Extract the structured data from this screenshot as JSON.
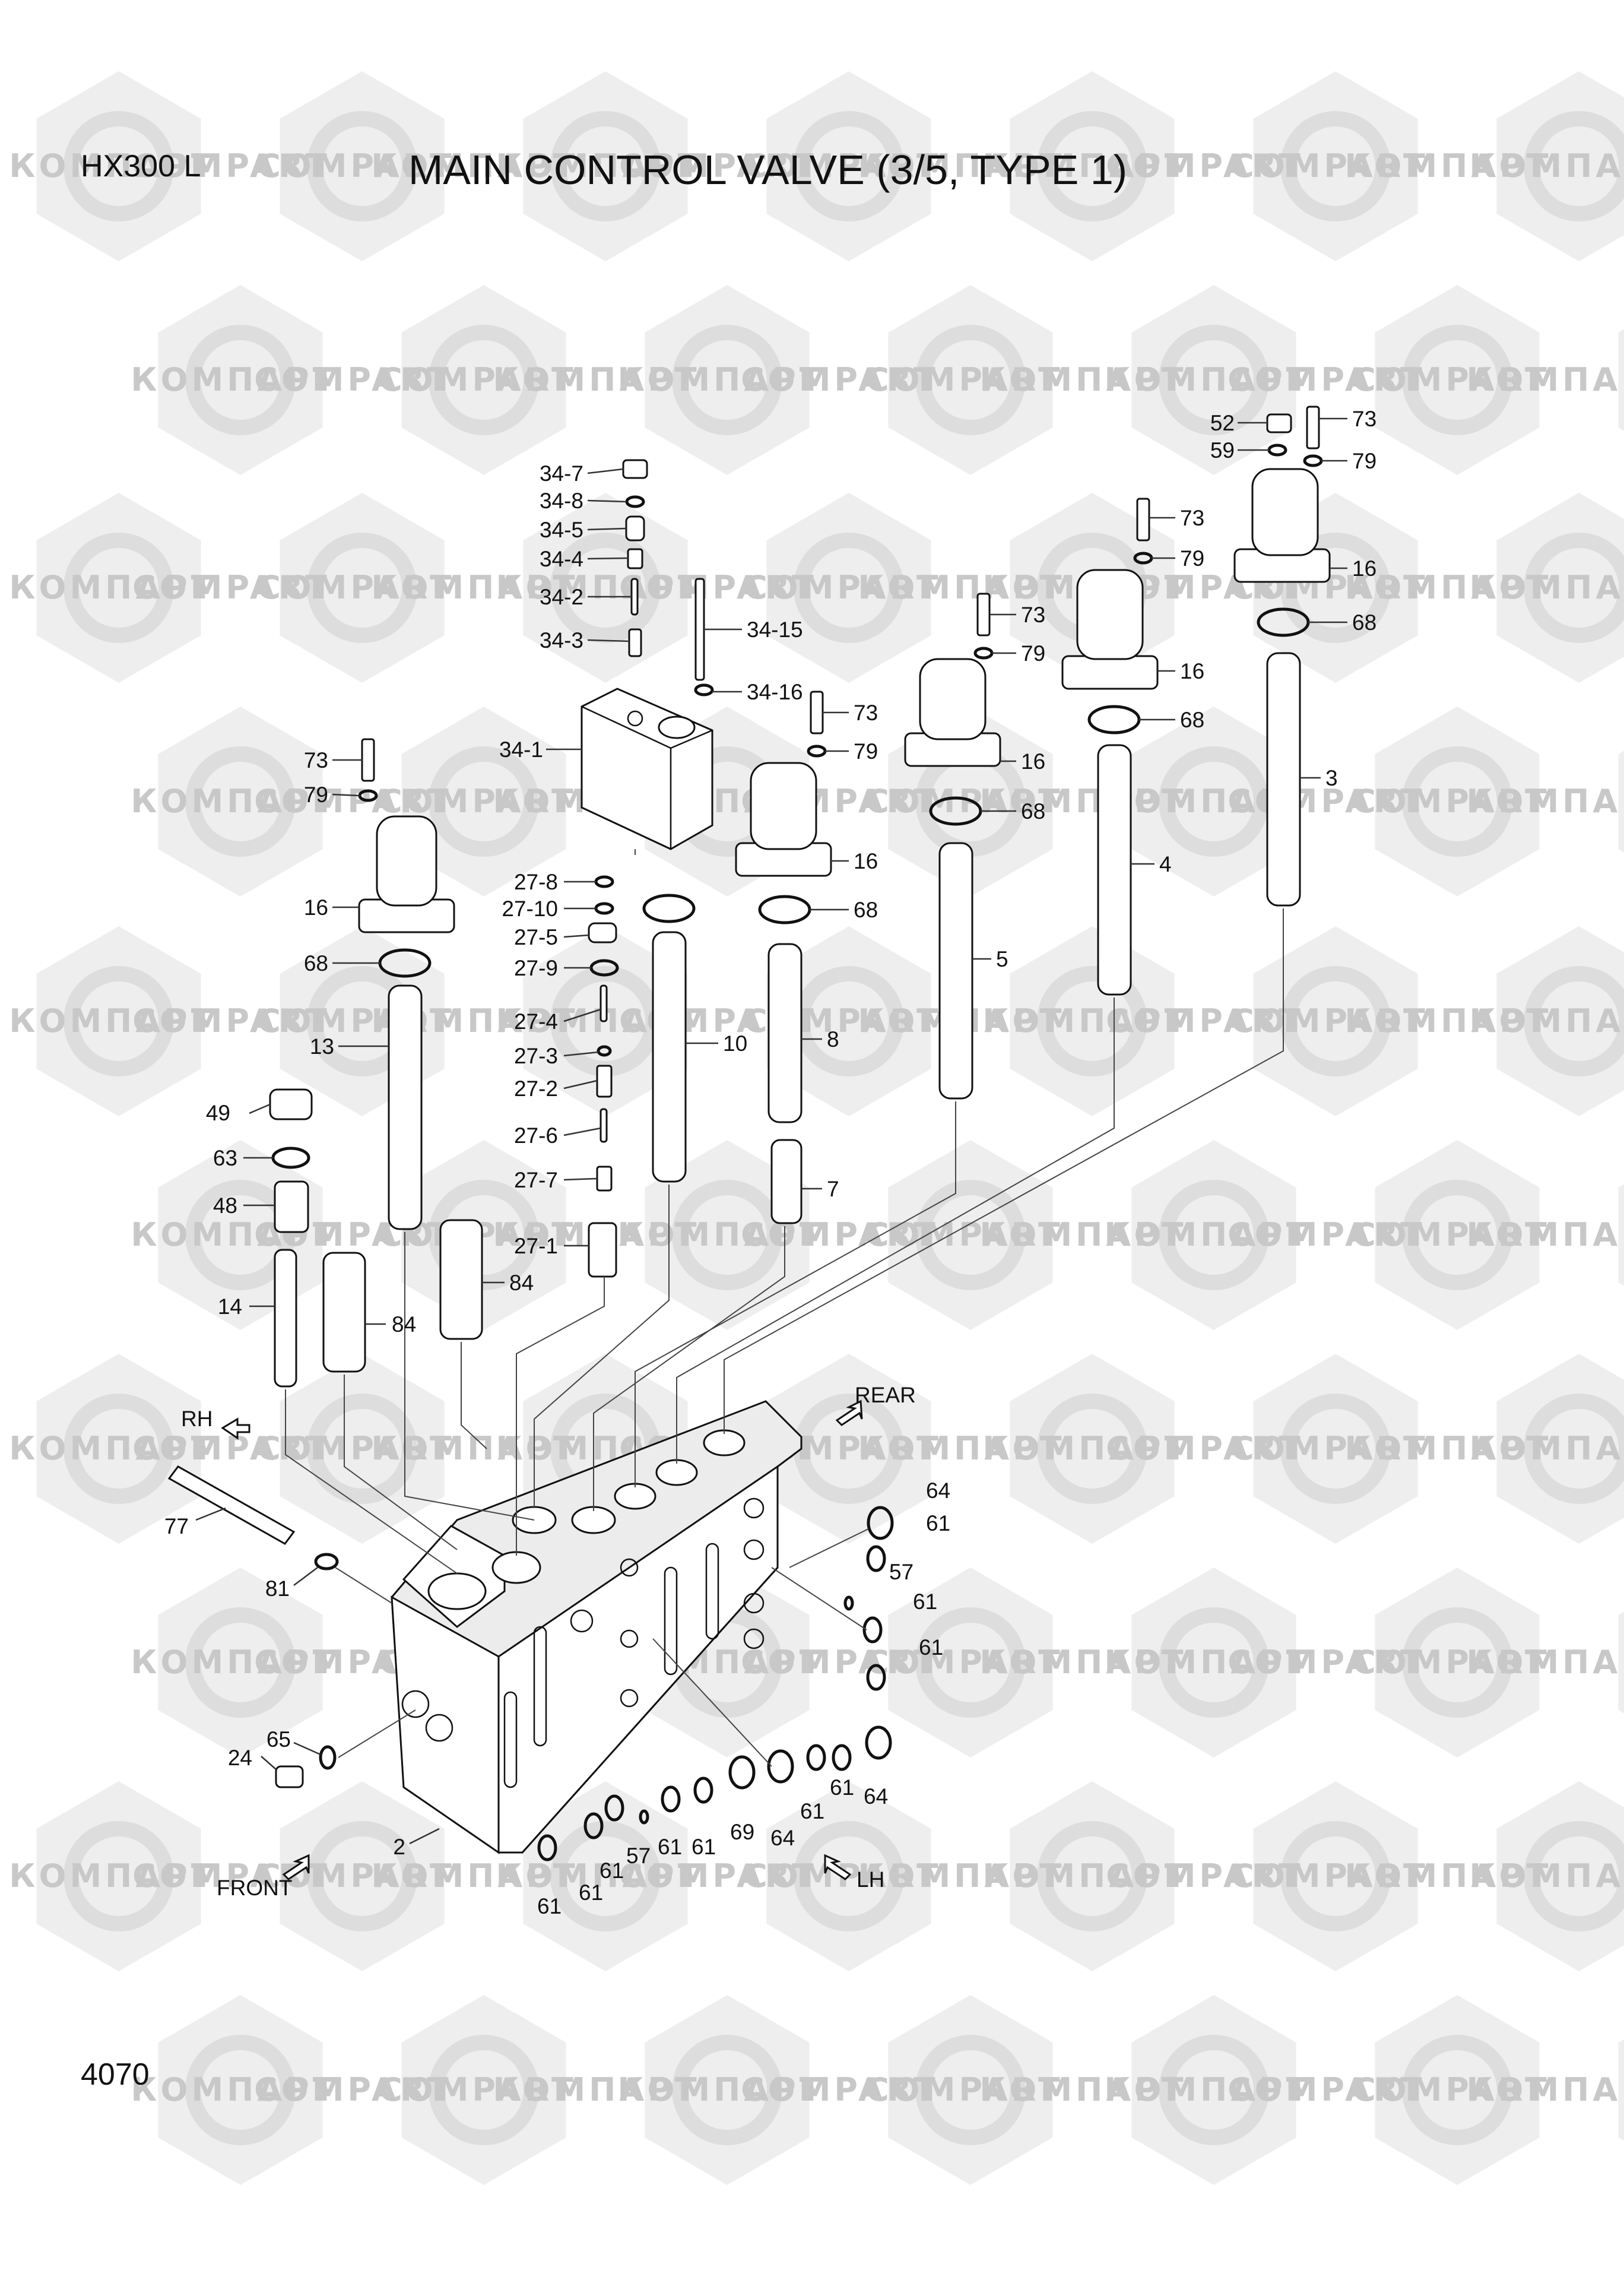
{
  "header": {
    "model": "HX300 L",
    "title": "MAIN CONTROL VALVE (3/5, TYPE 1)"
  },
  "footer": {
    "page_number": "4070"
  },
  "watermark": {
    "text_cyrillic": "КОМПАРТ",
    "text_latin": "COMPART",
    "color": "#c8c8c8"
  },
  "orientation": {
    "rh": "RH",
    "rear": "REAR",
    "front": "FRONT",
    "lh": "LH"
  },
  "callouts": [
    "34-7",
    "34-8",
    "34-5",
    "34-4",
    "34-2",
    "34-3",
    "34-15",
    "34-16",
    "34-1",
    "27-8",
    "27-10",
    "27-5",
    "27-9",
    "27-4",
    "27-3",
    "27-2",
    "27-6",
    "27-7",
    "27-1",
    "73",
    "79",
    "16",
    "68",
    "13",
    "49",
    "63",
    "48",
    "14",
    "84",
    "84",
    "10",
    "8",
    "7",
    "5",
    "4",
    "3",
    "73",
    "79",
    "16",
    "68",
    "73",
    "79",
    "16",
    "68",
    "73",
    "79",
    "16",
    "68",
    "52",
    "59",
    "73",
    "79",
    "16",
    "68",
    "77",
    "81",
    "65",
    "24",
    "2",
    "64",
    "61",
    "57",
    "61",
    "61",
    "64",
    "61",
    "61",
    "64",
    "69",
    "61",
    "61",
    "57",
    "61",
    "61",
    "61"
  ]
}
